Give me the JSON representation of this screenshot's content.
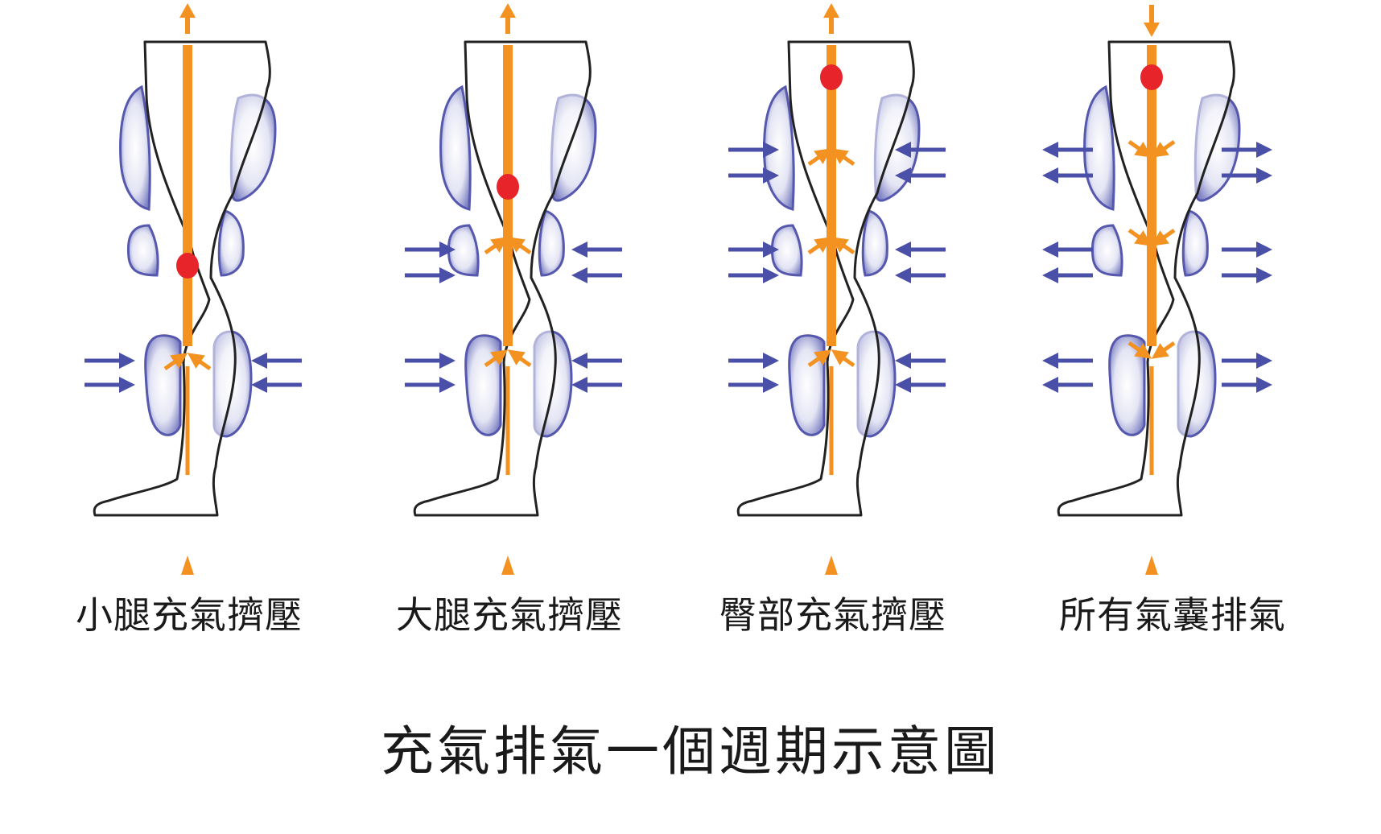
{
  "colors": {
    "flow_arrow": "#f39221",
    "pressure_point": "#e8242b",
    "pressure_arrow": "#4a4fa8",
    "air_bag_border": "#5558ad",
    "leg_outline": "#222222"
  },
  "panels": [
    {
      "id": "calf",
      "label": "小腿充氣擠壓",
      "inflated_zone": "calf",
      "pressure_dir": "in",
      "zones": [
        "calf"
      ],
      "top_arrow": "up",
      "center_mark": "calf-knee"
    },
    {
      "id": "thigh",
      "label": "大腿充氣擠壓",
      "inflated_zone": "thigh",
      "pressure_dir": "in",
      "zones": [
        "calf",
        "knee"
      ],
      "top_arrow": "up",
      "center_mark": "lower-thigh"
    },
    {
      "id": "hip",
      "label": "臀部充氣擠壓",
      "inflated_zone": "hip",
      "pressure_dir": "in",
      "zones": [
        "calf",
        "knee",
        "thigh"
      ],
      "top_arrow": "up",
      "center_mark": "upper-thigh"
    },
    {
      "id": "release",
      "label": "所有氣囊排氣",
      "inflated_zone": "none",
      "pressure_dir": "out",
      "zones": [
        "calf",
        "knee",
        "thigh"
      ],
      "top_arrow": "down",
      "center_mark": "upper-thigh"
    }
  ],
  "caption": "充氣排氣一個週期示意圖",
  "icons": [
    "flow-arrow-icon",
    "pressure-arrow-icon",
    "pressure-point-icon",
    "air-bag-icon"
  ]
}
